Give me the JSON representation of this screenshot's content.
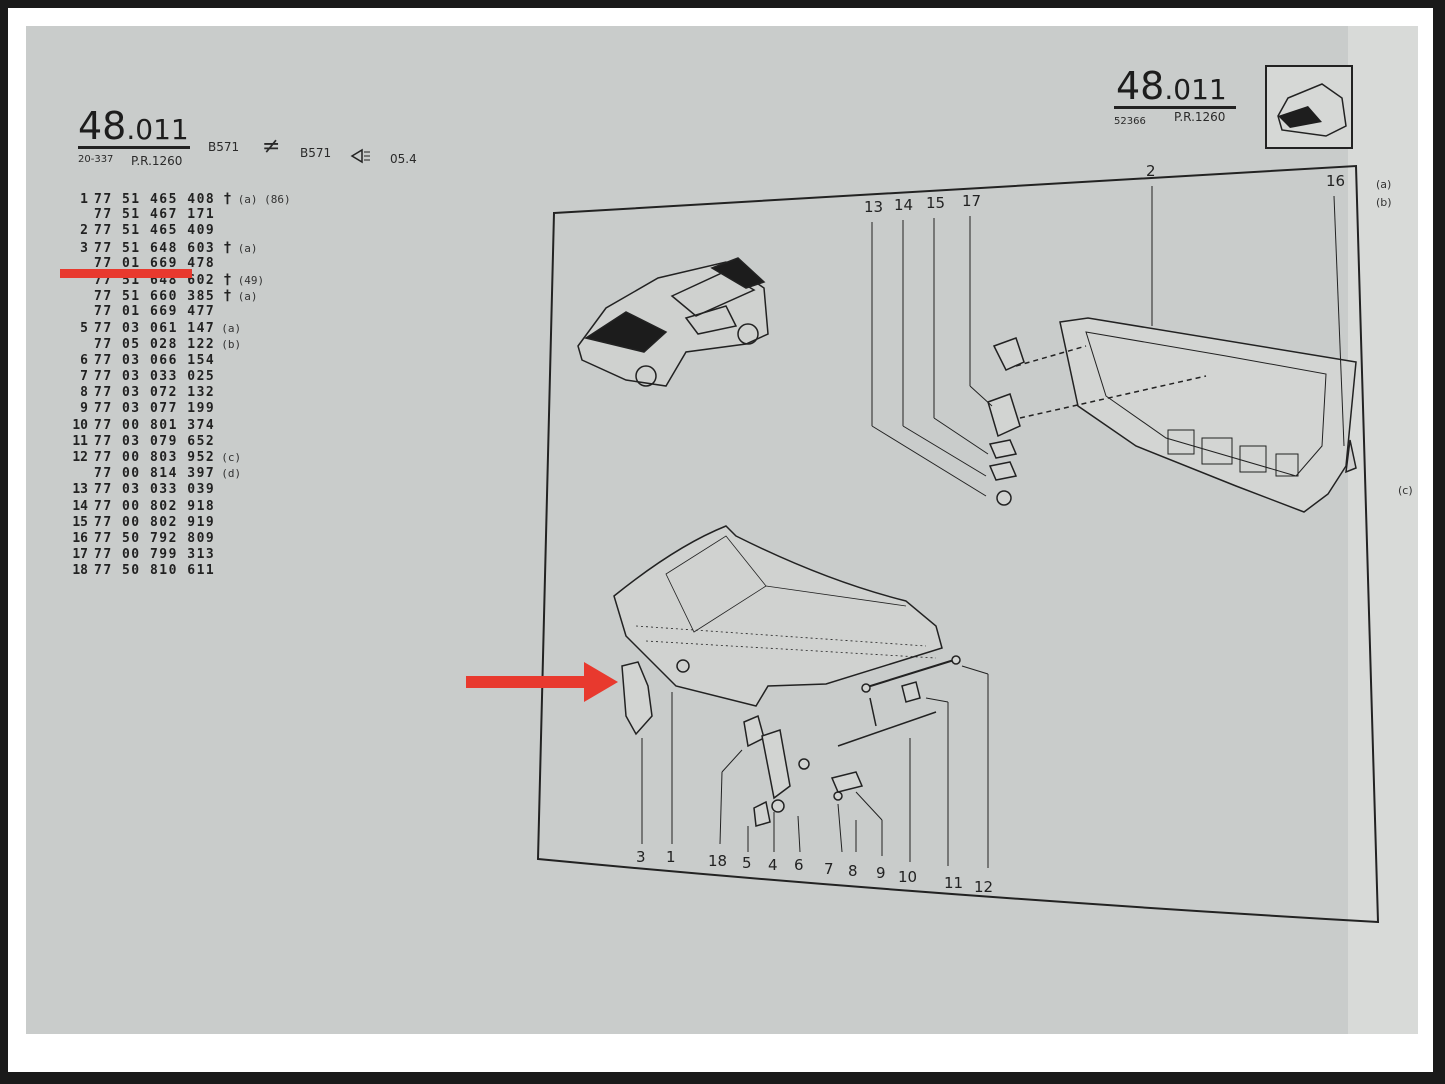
{
  "left_header": {
    "section": "48",
    "subsection": ".011",
    "code": "20-337",
    "pr": "P.R.1260",
    "model_a": "B571",
    "not_equal": "≠",
    "model_b": "B571",
    "date": "05.4"
  },
  "right_header": {
    "section": "48",
    "subsection": ".011",
    "code": "52366",
    "pr": "P.R.1260"
  },
  "parts": [
    {
      "index": "1",
      "ref": "77 51 465 408",
      "dagger": "†",
      "note": "(a) (86)"
    },
    {
      "index": "",
      "ref": "77 51 467 171",
      "dagger": "",
      "note": ""
    },
    {
      "index": "2",
      "ref": "77 51 465 409",
      "dagger": "",
      "note": ""
    },
    {
      "index": "3",
      "ref": "77 51 648 603",
      "dagger": "†",
      "note": "(a)"
    },
    {
      "index": "",
      "ref": "77 01 669 478",
      "dagger": "",
      "note": ""
    },
    {
      "index": "",
      "ref": "77 51 648 602",
      "dagger": "†",
      "note": "(49)"
    },
    {
      "index": "",
      "ref": "77 51 660 385",
      "dagger": "†",
      "note": "(a)"
    },
    {
      "index": "",
      "ref": "77 01 669 477",
      "dagger": "",
      "note": ""
    },
    {
      "index": "5",
      "ref": "77 03 061 147",
      "dagger": "",
      "note": "(a)"
    },
    {
      "index": "",
      "ref": "77 05 028 122",
      "dagger": "",
      "note": "(b)"
    },
    {
      "index": "6",
      "ref": "77 03 066 154",
      "dagger": "",
      "note": ""
    },
    {
      "index": "7",
      "ref": "77 03 033 025",
      "dagger": "",
      "note": ""
    },
    {
      "index": "8",
      "ref": "77 03 072 132",
      "dagger": "",
      "note": ""
    },
    {
      "index": "9",
      "ref": "77 03 077 199",
      "dagger": "",
      "note": ""
    },
    {
      "index": "10",
      "ref": "77 00 801 374",
      "dagger": "",
      "note": ""
    },
    {
      "index": "11",
      "ref": "77 03 079 652",
      "dagger": "",
      "note": ""
    },
    {
      "index": "12",
      "ref": "77 00 803 952",
      "dagger": "",
      "note": "(c)"
    },
    {
      "index": "",
      "ref": "77 00 814 397",
      "dagger": "",
      "note": "(d)"
    },
    {
      "index": "13",
      "ref": "77 03 033 039",
      "dagger": "",
      "note": ""
    },
    {
      "index": "14",
      "ref": "77 00 802 918",
      "dagger": "",
      "note": ""
    },
    {
      "index": "15",
      "ref": "77 00 802 919",
      "dagger": "",
      "note": ""
    },
    {
      "index": "16",
      "ref": "77 50 792 809",
      "dagger": "",
      "note": ""
    },
    {
      "index": "17",
      "ref": "77 00 799 313",
      "dagger": "",
      "note": ""
    },
    {
      "index": "18",
      "ref": "77 50 810 611",
      "dagger": "",
      "note": ""
    }
  ],
  "callouts_top": [
    "13",
    "14",
    "15",
    "17",
    "2",
    "16"
  ],
  "callouts_bottom": [
    "3",
    "1",
    "18",
    "5",
    "4",
    "6",
    "7",
    "8",
    "9",
    "10",
    "11",
    "12"
  ],
  "side_labels": [
    "(a)",
    "(b)",
    "(c)"
  ],
  "colors": {
    "paper": "#c9cccb",
    "ink": "#222222",
    "highlight_red": "#e8392e"
  }
}
